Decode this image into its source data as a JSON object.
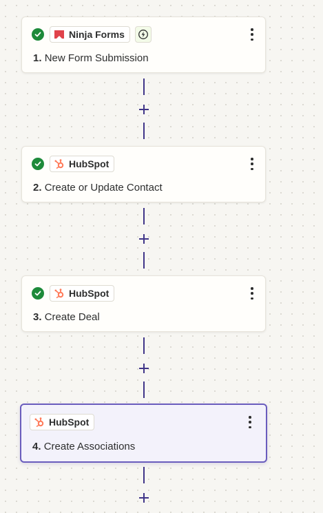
{
  "steps": [
    {
      "number": "1.",
      "title": "New Form Submission",
      "app": "Ninja Forms",
      "app_icon": "ninja-forms-logo",
      "status": "complete",
      "has_trigger_badge": true
    },
    {
      "number": "2.",
      "title": "Create or Update Contact",
      "app": "HubSpot",
      "app_icon": "hubspot-logo",
      "status": "complete"
    },
    {
      "number": "3.",
      "title": "Create Deal",
      "app": "HubSpot",
      "app_icon": "hubspot-logo",
      "status": "complete"
    },
    {
      "number": "4.",
      "title": "Create Associations",
      "app": "HubSpot",
      "app_icon": "hubspot-logo",
      "status": "selected"
    }
  ],
  "colors": {
    "accent": "#695cbd",
    "connector": "#3f3488",
    "success": "#1d8a3a",
    "hubspot": "#ff7a59",
    "ninja_forms": "#e0434b"
  }
}
